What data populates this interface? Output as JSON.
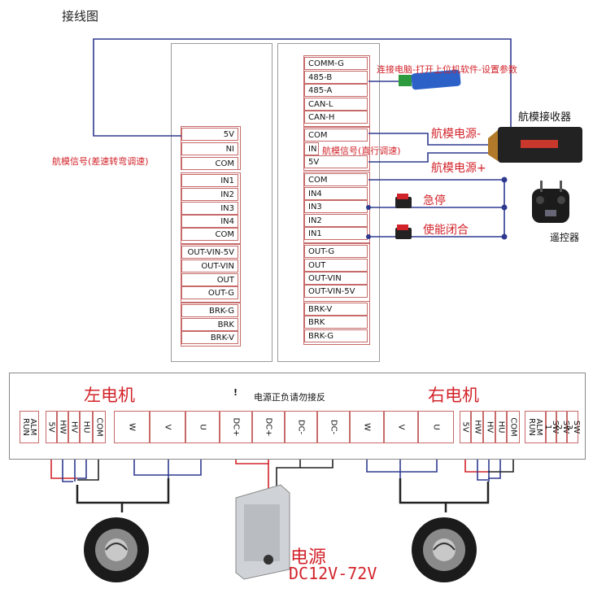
{
  "title": "接线图",
  "left_panel": {
    "top_group": [
      "5V",
      "NI",
      "COM"
    ],
    "in_group": [
      "IN1",
      "IN2",
      "IN3",
      "IN4",
      "COM"
    ],
    "out_group": [
      "OUT-VIN-5V",
      "OUT-VIN",
      "OUT",
      "OUT-G"
    ],
    "brk_group": [
      "BRK-G",
      "BRK",
      "BRK-V"
    ]
  },
  "right_panel": {
    "comm_group": [
      "COMM-G",
      "485-B",
      "485-A",
      "CAN-L",
      "CAN-H"
    ],
    "sig_group": [
      "COM",
      "IN",
      "5V"
    ],
    "in_group": [
      "COM",
      "IN4",
      "IN3",
      "IN2",
      "IN1"
    ],
    "out_group": [
      "OUT-G",
      "OUT",
      "OUT-VIN",
      "OUT-VIN-5V"
    ],
    "brk_group": [
      "BRK-V",
      "BRK",
      "BRK-G"
    ]
  },
  "annotations": {
    "left_signal": "航模信号(差速转弯调速)",
    "usb_note": "连接电脑-打开上位机软件-设置参数",
    "receiver": "航模接收器",
    "power_minus": "航模电源-",
    "signal_straight": "航模信号(直行调速)",
    "power_plus": "航模电源+",
    "estop": "急停",
    "enable": "使能闭合",
    "remote": "遥控器"
  },
  "motor_board": {
    "left_motor": "左电机",
    "right_motor": "右电机",
    "warning": "电源正负请勿接反",
    "warning_symbol": "!",
    "left_terms": [
      "ALM\nRUN",
      "5V",
      "HW",
      "HV",
      "HU",
      "COM",
      "W",
      "V",
      "U"
    ],
    "dc_terms": [
      "DC+",
      "DC+",
      "DC-",
      "DC-"
    ],
    "right_terms": [
      "W",
      "V",
      "U",
      "5V",
      "HW",
      "HV",
      "HU",
      "COM",
      "ALM\nRUN",
      "SW\n1",
      "SW\n2",
      "SW\n3"
    ]
  },
  "power_supply": {
    "label": "电源",
    "voltage": "DC12V-72V"
  },
  "colors": {
    "accent_red": "#d2232a",
    "wire_blue": "#2f3a8f",
    "terminal_border": "#c76a6a"
  }
}
